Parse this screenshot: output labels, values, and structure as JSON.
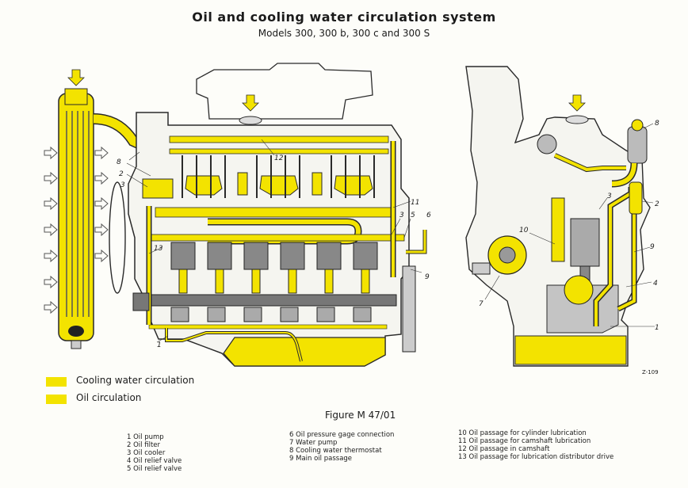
{
  "title": "Oil and cooling water circulation system",
  "subtitle": "Models 300, 300 b, 300 c and 300 S",
  "legend": [
    {
      "label": "Cooling water circulation",
      "color": "#f3e300"
    },
    {
      "label": "Oil circulation",
      "color": "#f3e300"
    }
  ],
  "figure_caption": "Figure M 47/01",
  "drawing_code": "Z-109",
  "callouts": [
    "1",
    "2",
    "3",
    "4",
    "5",
    "6",
    "7",
    "8",
    "9",
    "10",
    "11",
    "12",
    "13"
  ],
  "parts_col1": [
    "1 Oil pump",
    "2 Oil filter",
    "3 Oil cooler",
    "4 Oil relief valve",
    "5 Oil relief valve"
  ],
  "parts_col2": [
    "6 Oil pressure gage connection",
    "7 Water pump",
    "8 Cooling water thermostat",
    "9 Main oil passage"
  ],
  "parts_col3": [
    "10 Oil passage for cylinder lubrication",
    "11 Oil passage for camshaft lubrication",
    "12 Oil passage in camshaft",
    "13 Oil passage for lubrication distributor drive"
  ],
  "colors": {
    "yellow": "#f3e300",
    "line": "#2a2a2a",
    "metal": "#8c8c8c",
    "background": "#fdfdf9"
  }
}
